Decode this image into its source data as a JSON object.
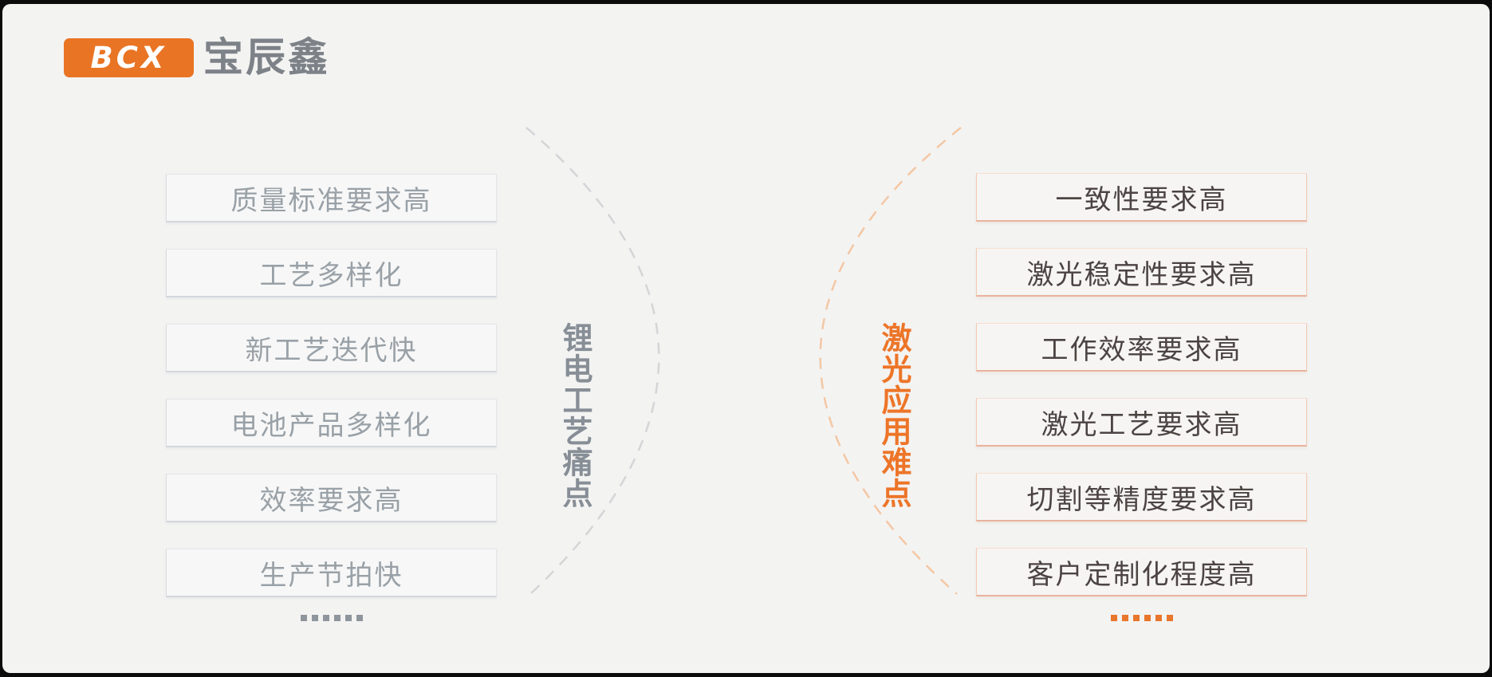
{
  "logo": {
    "abbr": "BCX",
    "name": "宝辰鑫"
  },
  "left": {
    "title": "锂电工艺痛点",
    "items": [
      "质量标准要求高",
      "工艺多样化",
      "新工艺迭代快",
      "电池产品多样化",
      "效率要求高",
      "生产节拍快"
    ],
    "ellipsis": "......"
  },
  "right": {
    "title": "激光应用难点",
    "items": [
      "一致性要求高",
      "激光稳定性要求高",
      "工作效率要求高",
      "激光工艺要求高",
      "切割等精度要求高",
      "客户定制化程度高"
    ],
    "ellipsis": "......"
  },
  "colors": {
    "background": "#F3F3F2",
    "frame": "#0B0B0B",
    "logo_orange": "#E97424",
    "accent_orange": "#ED7528",
    "gray_title": "#878E96",
    "gray_item_text": "#99A1A7",
    "dark_item_text": "#4C4442",
    "gray_box_border": "#D5D7DE",
    "orange_box_border": "#F3C9B2",
    "arc_gray": "#D4D5D7",
    "arc_orange": "#F4C7A4"
  }
}
